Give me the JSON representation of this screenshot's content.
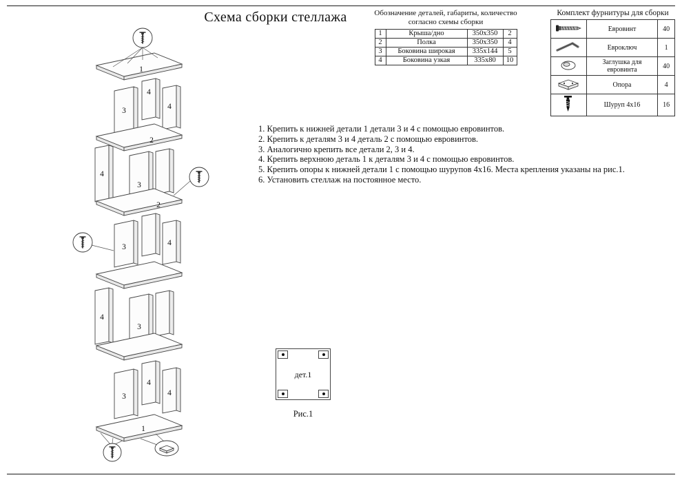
{
  "page": {
    "title": "Схема сборки стеллажа"
  },
  "parts_table": {
    "title_line1": "Обозначение деталей, габариты, количество",
    "title_line2": "согласно схемы сборки",
    "rows": [
      {
        "num": "1",
        "name": "Крыша/дно",
        "size": "350х350",
        "qty": "2"
      },
      {
        "num": "2",
        "name": "Полка",
        "size": "350х350",
        "qty": "4"
      },
      {
        "num": "3",
        "name": "Боковина широкая",
        "size": "335х144",
        "qty": "5"
      },
      {
        "num": "4",
        "name": "Боковина узкая",
        "size": "335х80",
        "qty": "10"
      }
    ]
  },
  "hardware_table": {
    "title": "Комплект фурнитуры для сборки",
    "rows": [
      {
        "icon": "euro-screw-icon",
        "name": "Евровинт",
        "qty": "40"
      },
      {
        "icon": "euro-key-icon",
        "name": "Евроключ",
        "qty": "1"
      },
      {
        "icon": "plug-icon",
        "name": "Заглушка для евровинта",
        "qty": "40"
      },
      {
        "icon": "support-foot-icon",
        "name": "Опора",
        "qty": "4"
      },
      {
        "icon": "wood-screw-icon",
        "name": "Шуруп 4х16",
        "qty": "16"
      }
    ]
  },
  "instructions": {
    "lines": [
      "1. Крепить к нижней детали 1 детали 3 и 4 с помощью евровинтов.",
      "2. Крепить к деталям 3 и 4 деталь 2 с помощью евровинтов.",
      "3. Аналогично крепить все детали 2, 3 и 4.",
      "4. Крепить верхнюю деталь 1 к деталям 3 и 4 с помощью евровинтов.",
      "5. Крепить опоры к нижней детали 1 с помощью шурупов 4х16. Места крепления указаны на рис.1.",
      "6. Установить стеллаж на постоянное место."
    ]
  },
  "figure": {
    "part_label": "дет.1",
    "caption": "Рис.1"
  },
  "diagram": {
    "labels": [
      "1",
      "4",
      "3",
      "4",
      "2",
      "4",
      "3",
      "2",
      "3",
      "4",
      "4",
      "3",
      "4",
      "3",
      "4",
      "1"
    ]
  },
  "colors": {
    "line": "#444444",
    "text": "#111111",
    "background": "#ffffff"
  }
}
